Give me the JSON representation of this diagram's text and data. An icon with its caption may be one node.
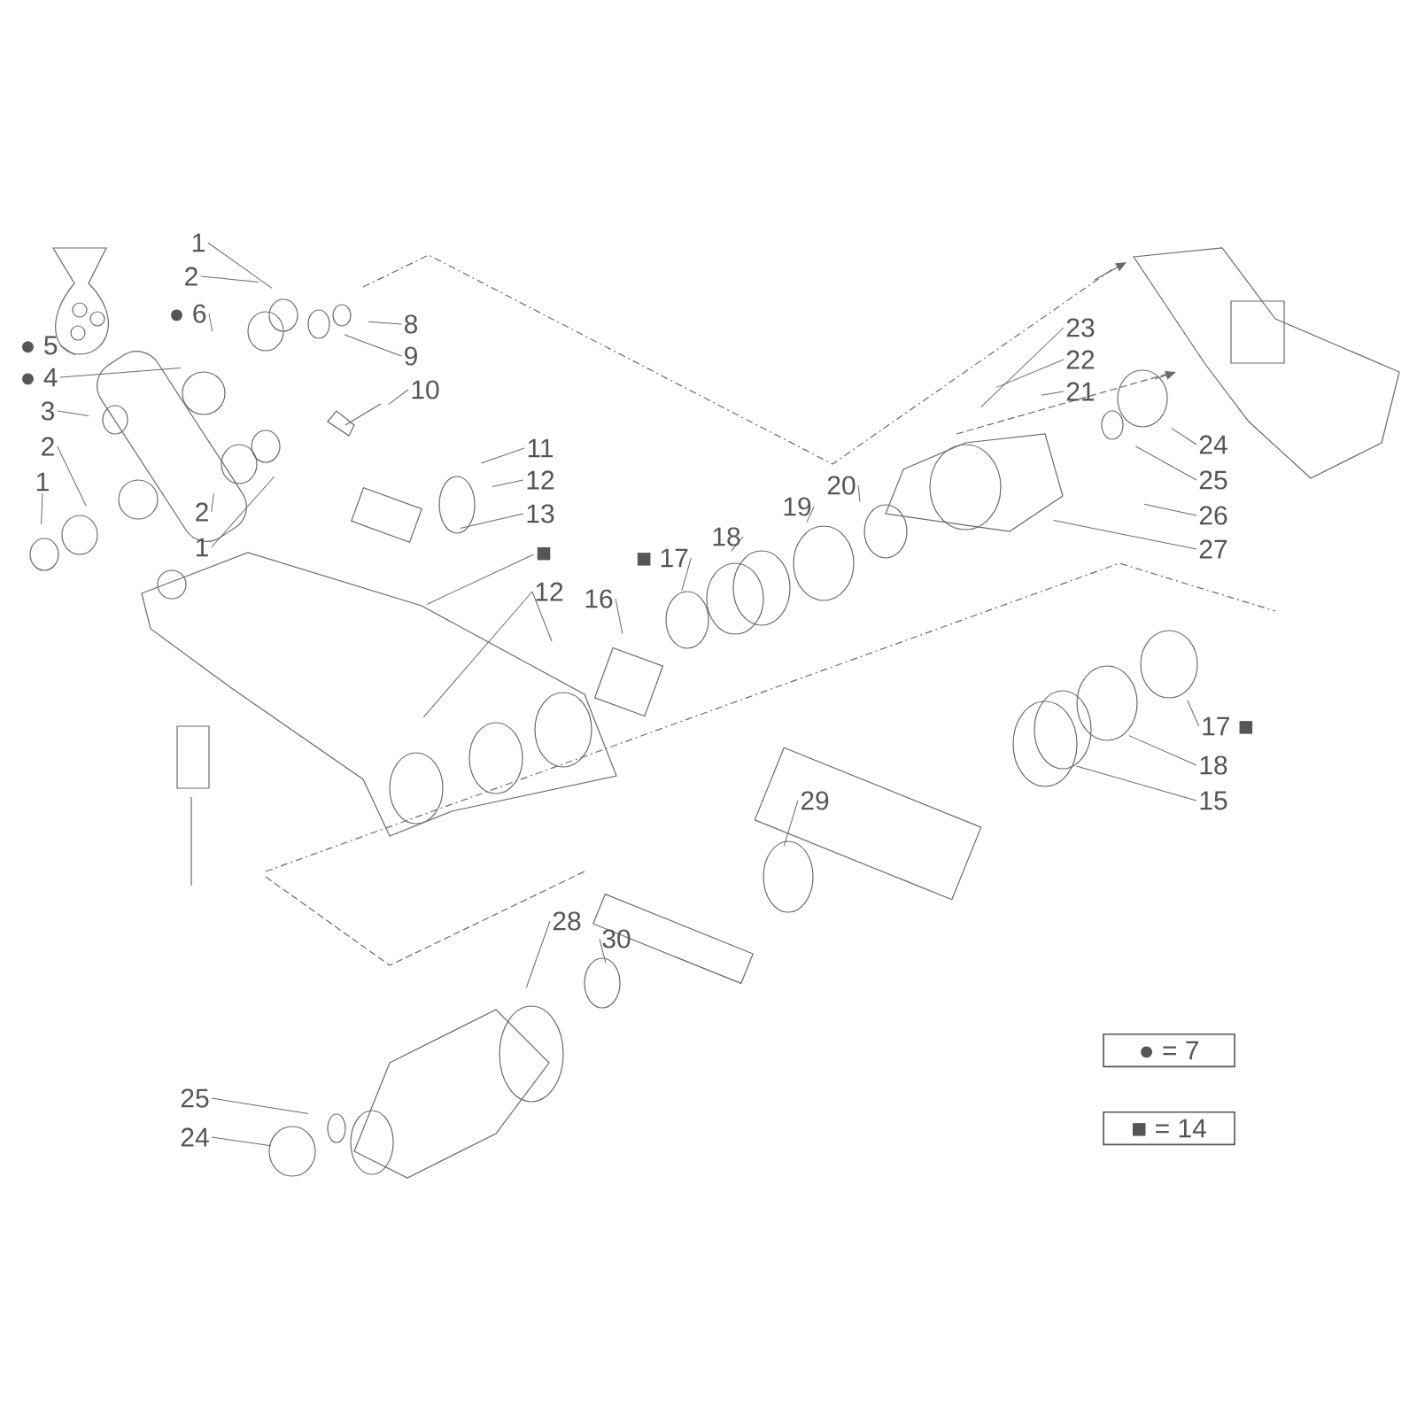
{
  "diagram": {
    "nodes": [
      {
        "text": [
          "1"
        ]
      },
      {
        "text": [
          "2"
        ]
      },
      {
        "text": [
          "● 6"
        ]
      },
      {
        "text": [
          "8"
        ]
      },
      {
        "text": [
          "● 5"
        ]
      },
      {
        "text": [
          "9"
        ]
      },
      {
        "text": [
          "● 4"
        ]
      },
      {
        "text": [
          "10"
        ]
      },
      {
        "text": [
          "3"
        ]
      },
      {
        "text": [
          "2"
        ]
      },
      {
        "text": [
          "11"
        ]
      },
      {
        "text": [
          "1"
        ]
      },
      {
        "text": [
          "12"
        ]
      },
      {
        "text": [
          "2"
        ]
      },
      {
        "text": [
          "13"
        ]
      },
      {
        "text": [
          "1"
        ]
      },
      {
        "text": [
          "■"
        ]
      },
      {
        "text": [
          "20"
        ]
      },
      {
        "text": [
          "19"
        ]
      },
      {
        "text": [
          "18"
        ]
      },
      {
        "text": [
          "■ 17"
        ]
      },
      {
        "text": [
          "12"
        ]
      },
      {
        "text": [
          "16"
        ]
      },
      {
        "text": [
          "23"
        ]
      },
      {
        "text": [
          "22"
        ]
      },
      {
        "text": [
          "21"
        ]
      },
      {
        "text": [
          "24"
        ]
      },
      {
        "text": [
          "25"
        ]
      },
      {
        "text": [
          "26"
        ]
      },
      {
        "text": [
          "27"
        ]
      },
      {
        "text": [
          "17 ■"
        ]
      },
      {
        "text": [
          "18"
        ]
      },
      {
        "text": [
          "15"
        ]
      },
      {
        "text": [
          "29"
        ]
      },
      {
        "text": [
          "28"
        ]
      },
      {
        "text": [
          "30"
        ]
      },
      {
        "text": [
          "25"
        ]
      },
      {
        "text": [
          "24"
        ]
      },
      {
        "text": [
          "● = 7"
        ]
      },
      {
        "text": [
          "■ = 14"
        ]
      }
    ],
    "edges": [
      {
        "from": 0,
        "to": null,
        "arrow": "none"
      },
      {
        "from": 1,
        "to": null,
        "arrow": "none"
      },
      {
        "from": 2,
        "to": null,
        "arrow": "none"
      },
      {
        "from": 3,
        "to": null,
        "arrow": "none"
      },
      {
        "from": 4,
        "to": null,
        "arrow": "none"
      },
      {
        "from": 5,
        "to": null,
        "arrow": "none"
      },
      {
        "from": 6,
        "to": null,
        "arrow": "none"
      },
      {
        "from": 7,
        "to": null,
        "arrow": "none"
      },
      {
        "from": 8,
        "to": null,
        "arrow": "none"
      },
      {
        "from": 9,
        "to": null,
        "arrow": "none"
      },
      {
        "from": 10,
        "to": null,
        "arrow": "none"
      },
      {
        "from": 11,
        "to": null,
        "arrow": "none"
      },
      {
        "from": 12,
        "to": null,
        "arrow": "none"
      },
      {
        "from": 13,
        "to": null,
        "arrow": "none"
      },
      {
        "from": 14,
        "to": null,
        "arrow": "none"
      },
      {
        "from": 15,
        "to": null,
        "arrow": "none"
      },
      {
        "from": 16,
        "to": null,
        "arrow": "none"
      },
      {
        "from": 17,
        "to": null,
        "arrow": "none"
      },
      {
        "from": 18,
        "to": null,
        "arrow": "none"
      },
      {
        "from": 19,
        "to": null,
        "arrow": "none"
      },
      {
        "from": 20,
        "to": null,
        "arrow": "none"
      },
      {
        "from": 21,
        "to": null,
        "arrow": "none"
      },
      {
        "from": 21,
        "to": null,
        "arrow": "none"
      },
      {
        "from": 22,
        "to": null,
        "arrow": "none"
      },
      {
        "from": 23,
        "to": null,
        "arrow": "none"
      },
      {
        "from": 24,
        "to": null,
        "arrow": "none"
      },
      {
        "from": 25,
        "to": null,
        "arrow": "none"
      },
      {
        "from": 26,
        "to": null,
        "arrow": "none"
      },
      {
        "from": 27,
        "to": null,
        "arrow": "none"
      },
      {
        "from": 28,
        "to": null,
        "arrow": "none"
      },
      {
        "from": 29,
        "to": null,
        "arrow": "none"
      },
      {
        "from": 30,
        "to": null,
        "arrow": "none"
      },
      {
        "from": 31,
        "to": null,
        "arrow": "none"
      },
      {
        "from": 32,
        "to": null,
        "arrow": "none"
      },
      {
        "from": 33,
        "to": null,
        "arrow": "none"
      },
      {
        "from": 34,
        "to": null,
        "arrow": "none"
      },
      {
        "from": 35,
        "to": null,
        "arrow": "none"
      },
      {
        "from": 36,
        "to": null,
        "arrow": "none"
      },
      {
        "from": 37,
        "to": null,
        "arrow": "none"
      }
    ]
  }
}
